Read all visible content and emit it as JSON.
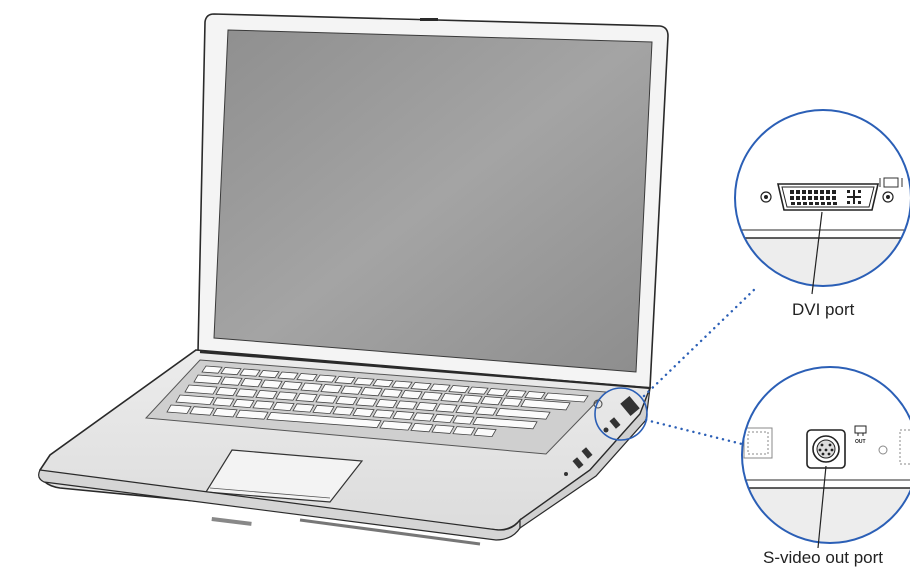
{
  "figure": {
    "subject": "laptop with video port callouts",
    "callouts": {
      "dvi": {
        "label": "DVI port",
        "icon": "display-icon"
      },
      "svideo": {
        "label": "S-video out port",
        "icon": "tv-out-icon",
        "icon_text": "OUT"
      }
    },
    "colors": {
      "outline": "#2a2a2a",
      "screen": "#9a9a9a",
      "body": "#e6e6e6",
      "keyboard_well": "#c9c9c9",
      "leader_dots": "#2b5fb6",
      "callout_ring": "#2b5fb6"
    }
  }
}
